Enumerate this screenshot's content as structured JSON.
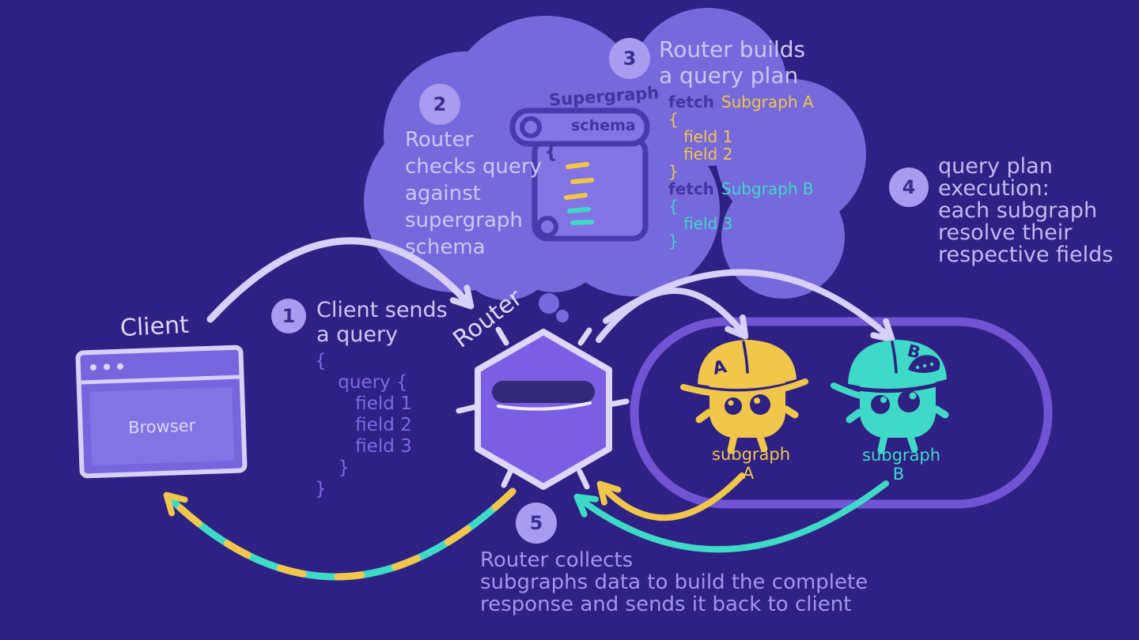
{
  "colors": {
    "background": "#2e2183",
    "thought_bubble": "#7569dc",
    "bubble_light": "#8374e6",
    "badge_bg": "#a99cf0",
    "badge_text": "#392e8f",
    "heading_text": "#cfc6f7",
    "light_label": "#ded7fa",
    "body_text": "#c3b8f4",
    "muted_text": "#a394ec",
    "code_purple": "#7d6ae4",
    "dark_purple": "#4334a6",
    "subgraph_a_yellow": "#f0c64b",
    "subgraph_b_teal": "#3fd9c7",
    "arrow_lavender": "#d8d0f8",
    "stadium_stroke": "#7154d4",
    "hexagon_fill": "#7a5ee4",
    "hexagon_slot": "#332978"
  },
  "client": {
    "label": "Client",
    "window_text": "Browser"
  },
  "router": {
    "label": "Router"
  },
  "scroll": {
    "title": "Supergraph",
    "banner": "schema",
    "brace": "{"
  },
  "subgraphs": {
    "a_label": "subgraph A",
    "a_letter": "A",
    "b_label": "subgraph B",
    "b_letter": "B"
  },
  "steps": {
    "s1": {
      "badge": "1",
      "title": [
        "Client sends",
        "a query"
      ],
      "code": [
        "{",
        "    query {",
        "       field 1",
        "       field 2",
        "       field 3",
        "    }",
        "}"
      ]
    },
    "s2": {
      "badge": "2",
      "lines": [
        "Router",
        "checks query",
        "against",
        "supergraph",
        "schema"
      ]
    },
    "s3": {
      "badge": "3",
      "title": [
        "Router builds",
        "a query plan"
      ],
      "code_a": {
        "fetch": "fetch",
        "name": "Subgraph A",
        "lines": [
          "{",
          "   field 1",
          "   field 2",
          "}"
        ]
      },
      "code_b": {
        "fetch": "fetch",
        "name": "Subgraph B",
        "lines": [
          "{",
          "   field 3",
          "}"
        ]
      }
    },
    "s4": {
      "badge": "4",
      "lines": [
        "query plan",
        "execution:",
        "each subgraph",
        "resolve their",
        "respective fields"
      ]
    },
    "s5": {
      "badge": "5",
      "lines": [
        "Router collects",
        "subgraphs data to build the complete",
        "response and sends it back to client"
      ]
    }
  }
}
